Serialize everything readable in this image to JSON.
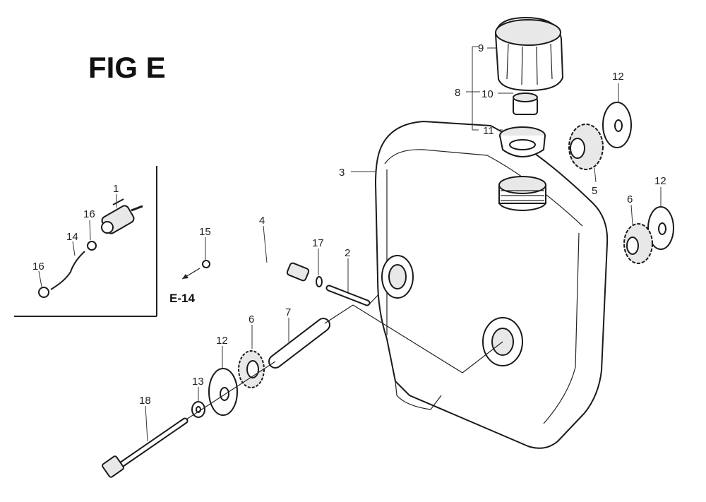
{
  "title": "FIG E",
  "reference": "E-14",
  "colors": {
    "ink": "#1a1a1a",
    "paper": "#ffffff"
  },
  "callouts": {
    "c1": "1",
    "c2": "2",
    "c3": "3",
    "c4": "4",
    "c5": "5",
    "c6a": "6",
    "c6b": "6",
    "c7": "7",
    "c8": "8",
    "c9": "9",
    "c10": "10",
    "c11": "11",
    "c12a": "12",
    "c12b": "12",
    "c12c": "12",
    "c13": "13",
    "c14": "14",
    "c15": "15",
    "c16a": "16",
    "c16b": "16",
    "c17": "17",
    "c18": "18"
  }
}
